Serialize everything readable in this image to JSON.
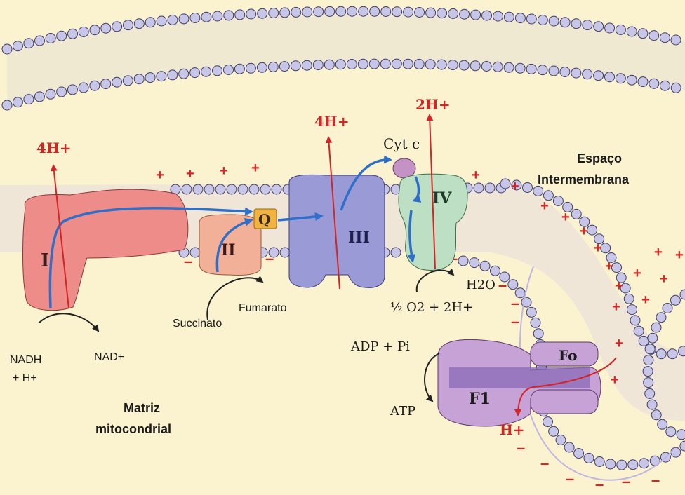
{
  "labels": {
    "complex_I": "I",
    "complex_II": "II",
    "complex_III": "III",
    "complex_IV": "IV",
    "ubiquinone": "Q",
    "cyt_c": "Cyt c",
    "fo": "Fo",
    "f1": "F1",
    "h_out_1": "4H+",
    "h_out_3": "4H+",
    "h_out_4": "2H+",
    "h_in_atp": "H+",
    "nadh_line1": "NADH",
    "nadh_line2": "+ H+",
    "nad": "NAD+",
    "succinato": "Succinato",
    "fumarato": "Fumarato",
    "water": "H2O",
    "oxygen": "½ O2 + 2H+",
    "adp": "ADP + Pi",
    "atp": "ATP",
    "intermembrane_line1": "Espaço",
    "intermembrane_line2": "Intermembrana",
    "matrix_line1": "Matriz",
    "matrix_line2": "mitocondrial"
  },
  "colors": {
    "background": "#fbf2cf",
    "membrane_bead_fill": "#c8c6e6",
    "membrane_bead_stroke": "#3e3c6a",
    "complex_I": "#ee8c8a",
    "complex_II": "#f3b098",
    "complex_III": "#9a9ad6",
    "complex_IV": "#bde0c4",
    "cyt_c": "#c592c6",
    "q": "#f2b240",
    "atp_synthase": "#c6a2d6",
    "electron_path": "#2f6fc8",
    "proton": "#d42525"
  }
}
